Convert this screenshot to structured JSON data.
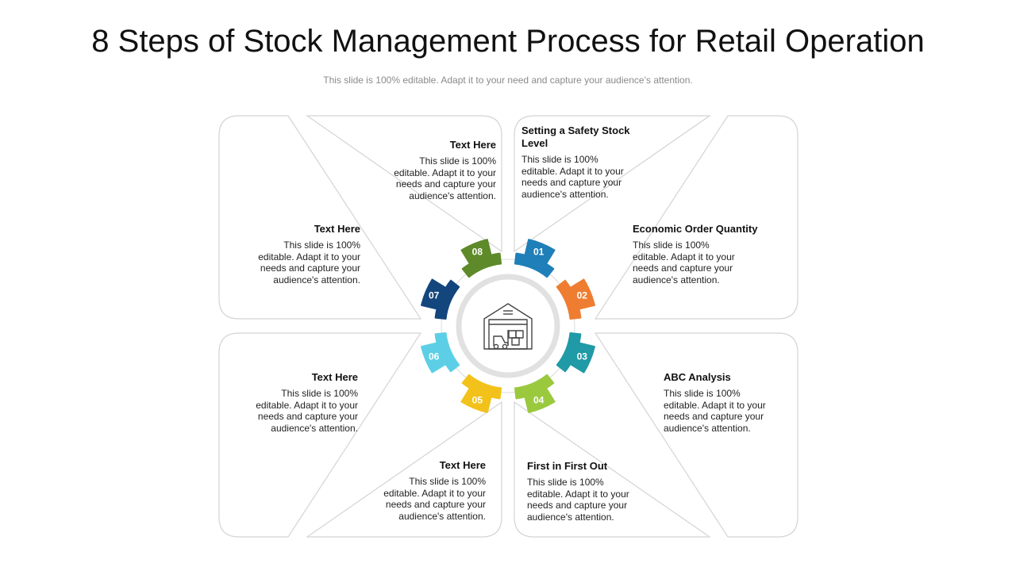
{
  "title": "8 Steps of Stock Management Process for Retail Operation",
  "subtitle": "This slide is 100% editable. Adapt it to your need and capture your audience’s attention.",
  "center_icon": "warehouse-forklift-icon",
  "steps": [
    {
      "num": "01",
      "color": "#1f7fb8",
      "heading": "Setting a Safety Stock Level",
      "body": "This slide is 100% editable. Adapt it to your needs and capture your audience's attention."
    },
    {
      "num": "02",
      "color": "#ee7d31",
      "heading": "Economic Order Quantity",
      "body": "This slide is 100% editable. Adapt it to your needs and capture your audience's attention."
    },
    {
      "num": "03",
      "color": "#1f9aa6",
      "heading": "ABC Analysis",
      "body": "This slide is 100% editable. Adapt it to your needs and capture your audience's attention."
    },
    {
      "num": "04",
      "color": "#9bc93e",
      "heading": "First in First Out",
      "body": "This slide is 100% editable. Adapt it to your needs and capture your audience's attention."
    },
    {
      "num": "05",
      "color": "#f2c21b",
      "heading": "Text Here",
      "body": "This slide is 100% editable. Adapt it to your needs and capture your audience's attention."
    },
    {
      "num": "06",
      "color": "#5ccfe6",
      "heading": "Text Here",
      "body": "This slide is 100% editable. Adapt it to your needs and capture your audience's attention."
    },
    {
      "num": "07",
      "color": "#14467e",
      "heading": "Text Here",
      "body": "This slide is 100% editable. Adapt it to your needs and capture your audience's attention."
    },
    {
      "num": "08",
      "color": "#5e8a2a",
      "heading": "Text Here",
      "body": "This slide is 100% editable. Adapt it to your needs and capture your audience's attention."
    }
  ]
}
